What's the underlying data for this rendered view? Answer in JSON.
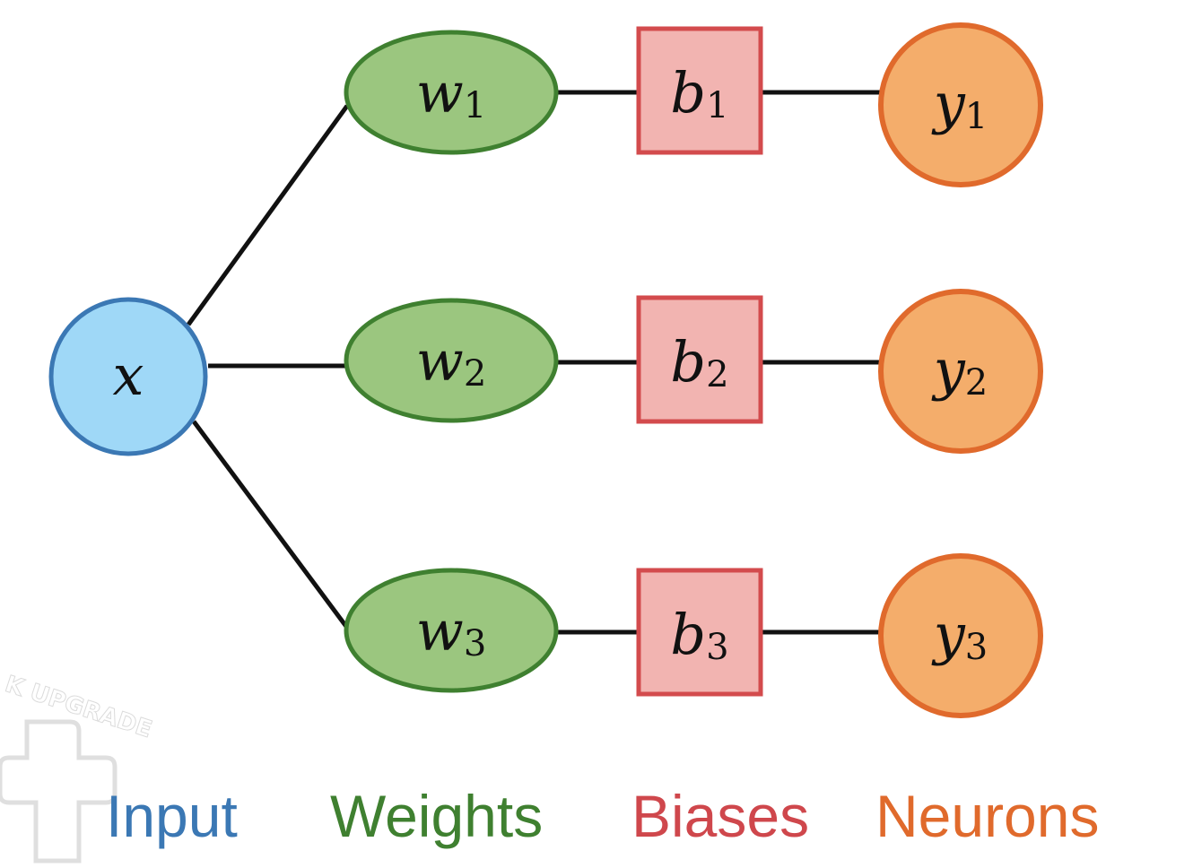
{
  "input_node": {
    "label": "x"
  },
  "weights": [
    {
      "var": "w",
      "sub": "1"
    },
    {
      "var": "w",
      "sub": "2"
    },
    {
      "var": "w",
      "sub": "3"
    }
  ],
  "biases": [
    {
      "var": "b",
      "sub": "1"
    },
    {
      "var": "b",
      "sub": "2"
    },
    {
      "var": "b",
      "sub": "3"
    }
  ],
  "neurons": [
    {
      "var": "y",
      "sub": "1"
    },
    {
      "var": "y",
      "sub": "2"
    },
    {
      "var": "y",
      "sub": "3"
    }
  ],
  "legend": {
    "input": "Input",
    "weights": "Weights",
    "biases": "Biases",
    "neurons": "Neurons"
  },
  "watermark": {
    "text": "K UPGRADE"
  },
  "colors": {
    "input_fill": "#9fd8f7",
    "input_stroke": "#3b78b4",
    "weight_fill": "#9bc67f",
    "weight_stroke": "#3f8030",
    "bias_fill": "#f2b4b1",
    "bias_stroke": "#d34b4d",
    "neuron_fill": "#f4ad6b",
    "neuron_stroke": "#e06a2c",
    "legend_input": "#3b78b4",
    "legend_weights": "#3f8030",
    "legend_biases": "#cf474c",
    "legend_neurons": "#e06a2c"
  }
}
